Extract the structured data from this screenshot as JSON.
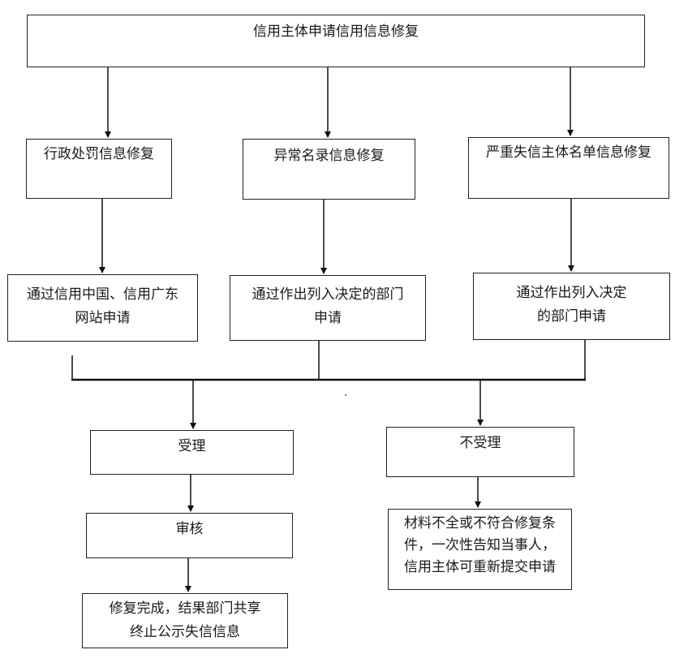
{
  "title": {
    "label": "信用主体申请信用信息修复"
  },
  "branches": [
    {
      "label": "行政处罚信息修复",
      "apply": [
        "通过信用中国、信用广东",
        "网站申请"
      ]
    },
    {
      "label": "异常名录信息修复",
      "apply": [
        "通过作出列入决定的部门",
        "申请"
      ]
    },
    {
      "label": "严重失信主体名单信息修复",
      "apply": [
        "通过作出列入决定",
        "的部门申请"
      ]
    }
  ],
  "accept": {
    "label": "受理",
    "review": "审核",
    "result": [
      "修复完成，结果部门共享",
      "终止公示失信信息"
    ]
  },
  "reject": {
    "label": "不受理",
    "note": [
      "材料不全或不符合修复条",
      "件，一次性告知当事人，",
      "信用主体可重新提交申请"
    ]
  }
}
